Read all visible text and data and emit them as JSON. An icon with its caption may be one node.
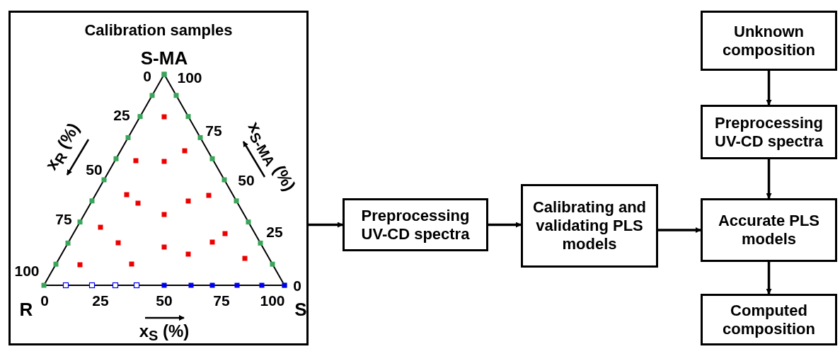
{
  "diagram": {
    "nodes": [
      {
        "text": [
          "Calibration samples"
        ]
      },
      {
        "text": [
          "Preprocessing UV-CD spectra"
        ]
      },
      {
        "text": [
          "Calibrating and validating PLS models"
        ]
      },
      {
        "text": [
          "Unknown composition"
        ]
      },
      {
        "text": [
          "Preprocessing UV-CD spectra"
        ]
      },
      {
        "text": [
          "Accurate PLS models"
        ]
      },
      {
        "text": [
          "Computed composition"
        ]
      }
    ],
    "edges": [
      {
        "from": 0,
        "to": 1,
        "arrow": "to"
      },
      {
        "from": 1,
        "to": 2,
        "arrow": "to"
      },
      {
        "from": 2,
        "to": 5,
        "arrow": "to"
      },
      {
        "from": 3,
        "to": 4,
        "arrow": "to"
      },
      {
        "from": 4,
        "to": 5,
        "arrow": "to"
      },
      {
        "from": 5,
        "to": 6,
        "arrow": "to"
      }
    ],
    "labels": [
      "S-MA",
      "0",
      "100",
      "25",
      "75",
      "50",
      "50",
      "75",
      "25",
      "100",
      "0",
      "R",
      "0",
      "25",
      "50",
      "75",
      "100",
      "S",
      "x$_{R}$ (%)",
      "x$_{S-MA}$ (%)",
      "x$_{S}$ (%)"
    ]
  }
}
